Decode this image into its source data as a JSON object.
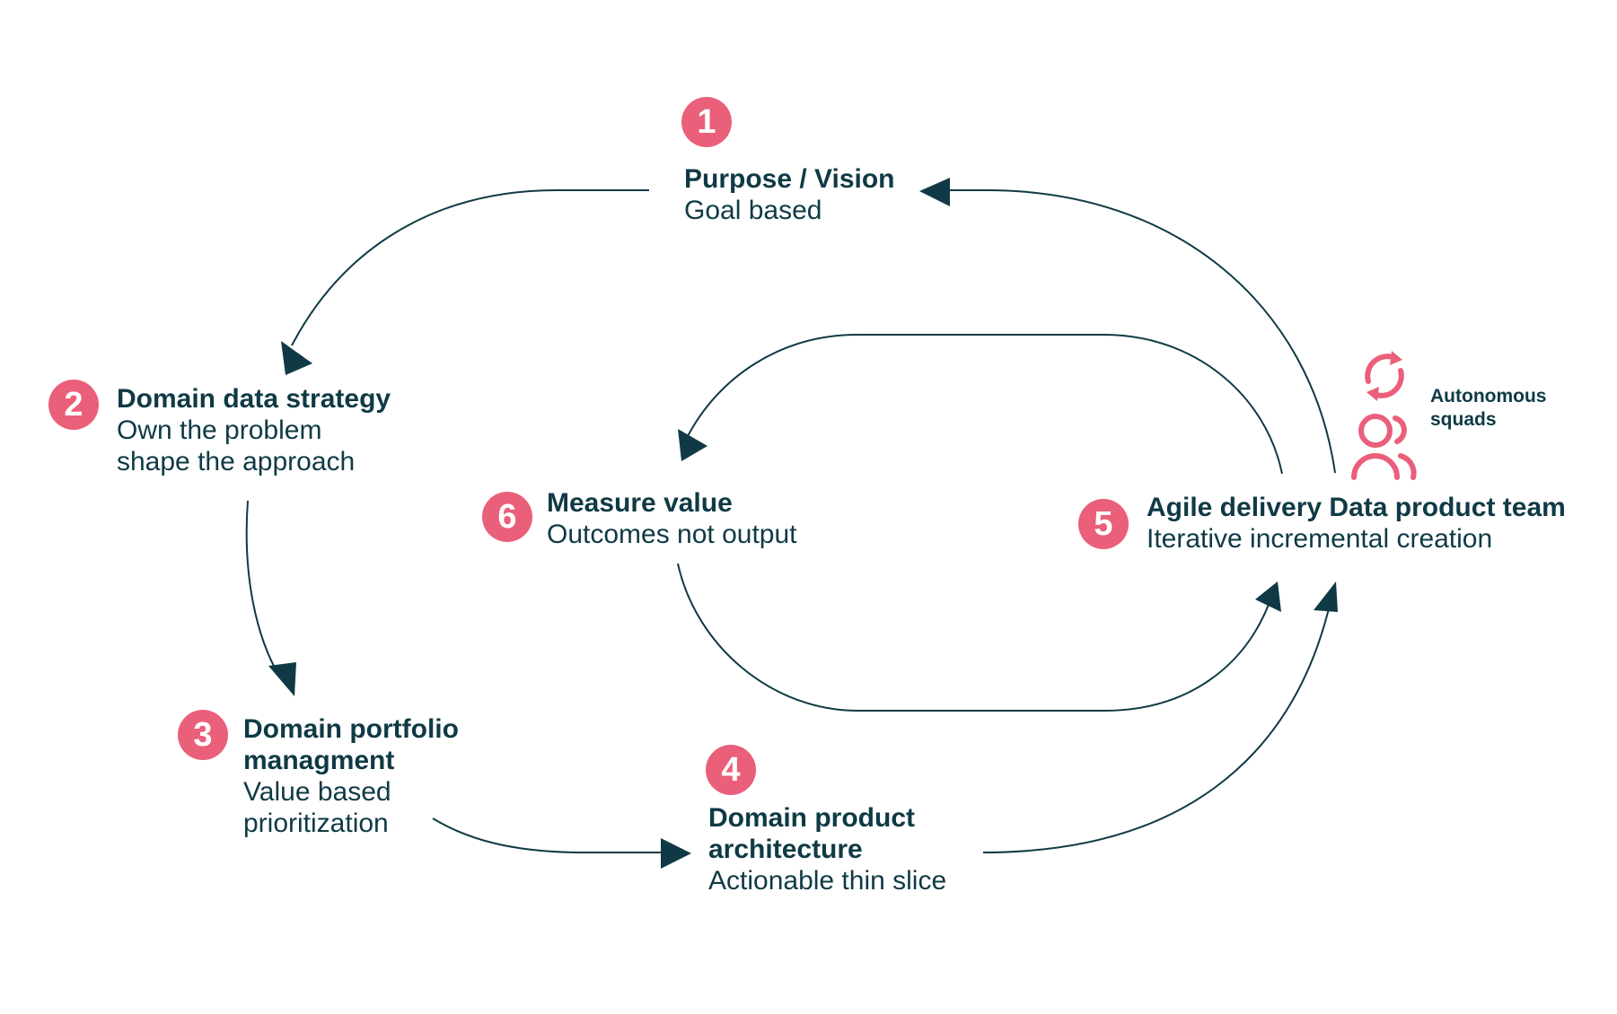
{
  "colors": {
    "accent": "#ea5f7a",
    "text": "#0f3a45",
    "line": "#0f3a45",
    "background": "#ffffff"
  },
  "steps": [
    {
      "number": "1",
      "title": "Purpose / Vision",
      "desc": [
        "Goal based"
      ]
    },
    {
      "number": "2",
      "title": "Domain data strategy",
      "desc": [
        "Own the problem",
        "shape the approach"
      ]
    },
    {
      "number": "3",
      "title_lines": [
        "Domain portfolio",
        "managment"
      ],
      "desc": [
        "Value based",
        "prioritization"
      ]
    },
    {
      "number": "4",
      "title_lines": [
        "Domain product",
        "architecture"
      ],
      "desc": [
        "Actionable thin slice"
      ]
    },
    {
      "number": "5",
      "title": "Agile delivery Data product team",
      "desc": [
        "Iterative incremental creation"
      ]
    },
    {
      "number": "6",
      "title": "Measure value",
      "desc": [
        "Outcomes not output"
      ]
    }
  ],
  "squads": {
    "label_lines": [
      "Autonomous",
      "squads"
    ],
    "icons": [
      "cycle-arrows-icon",
      "people-icon"
    ]
  }
}
